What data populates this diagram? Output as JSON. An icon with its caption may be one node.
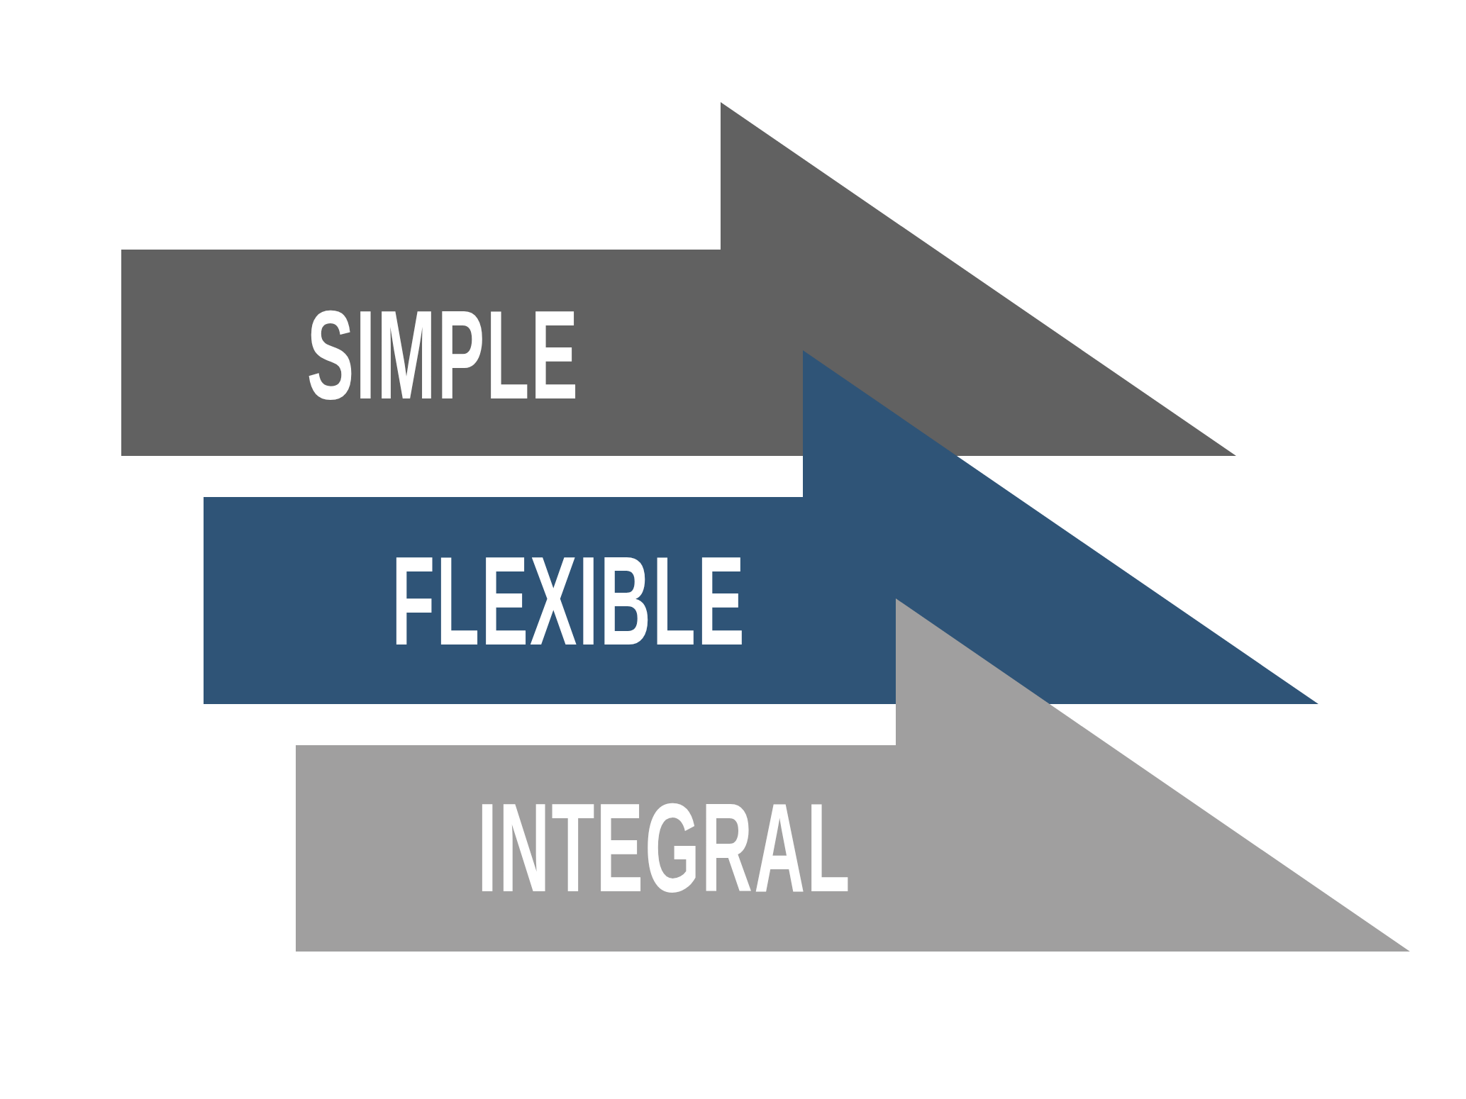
{
  "diagram": {
    "nodes": [
      {
        "text": [
          "SIMPLE"
        ]
      },
      {
        "text": [
          "FLEXIBLE"
        ]
      },
      {
        "text": [
          "INTEGRAL"
        ]
      }
    ]
  }
}
